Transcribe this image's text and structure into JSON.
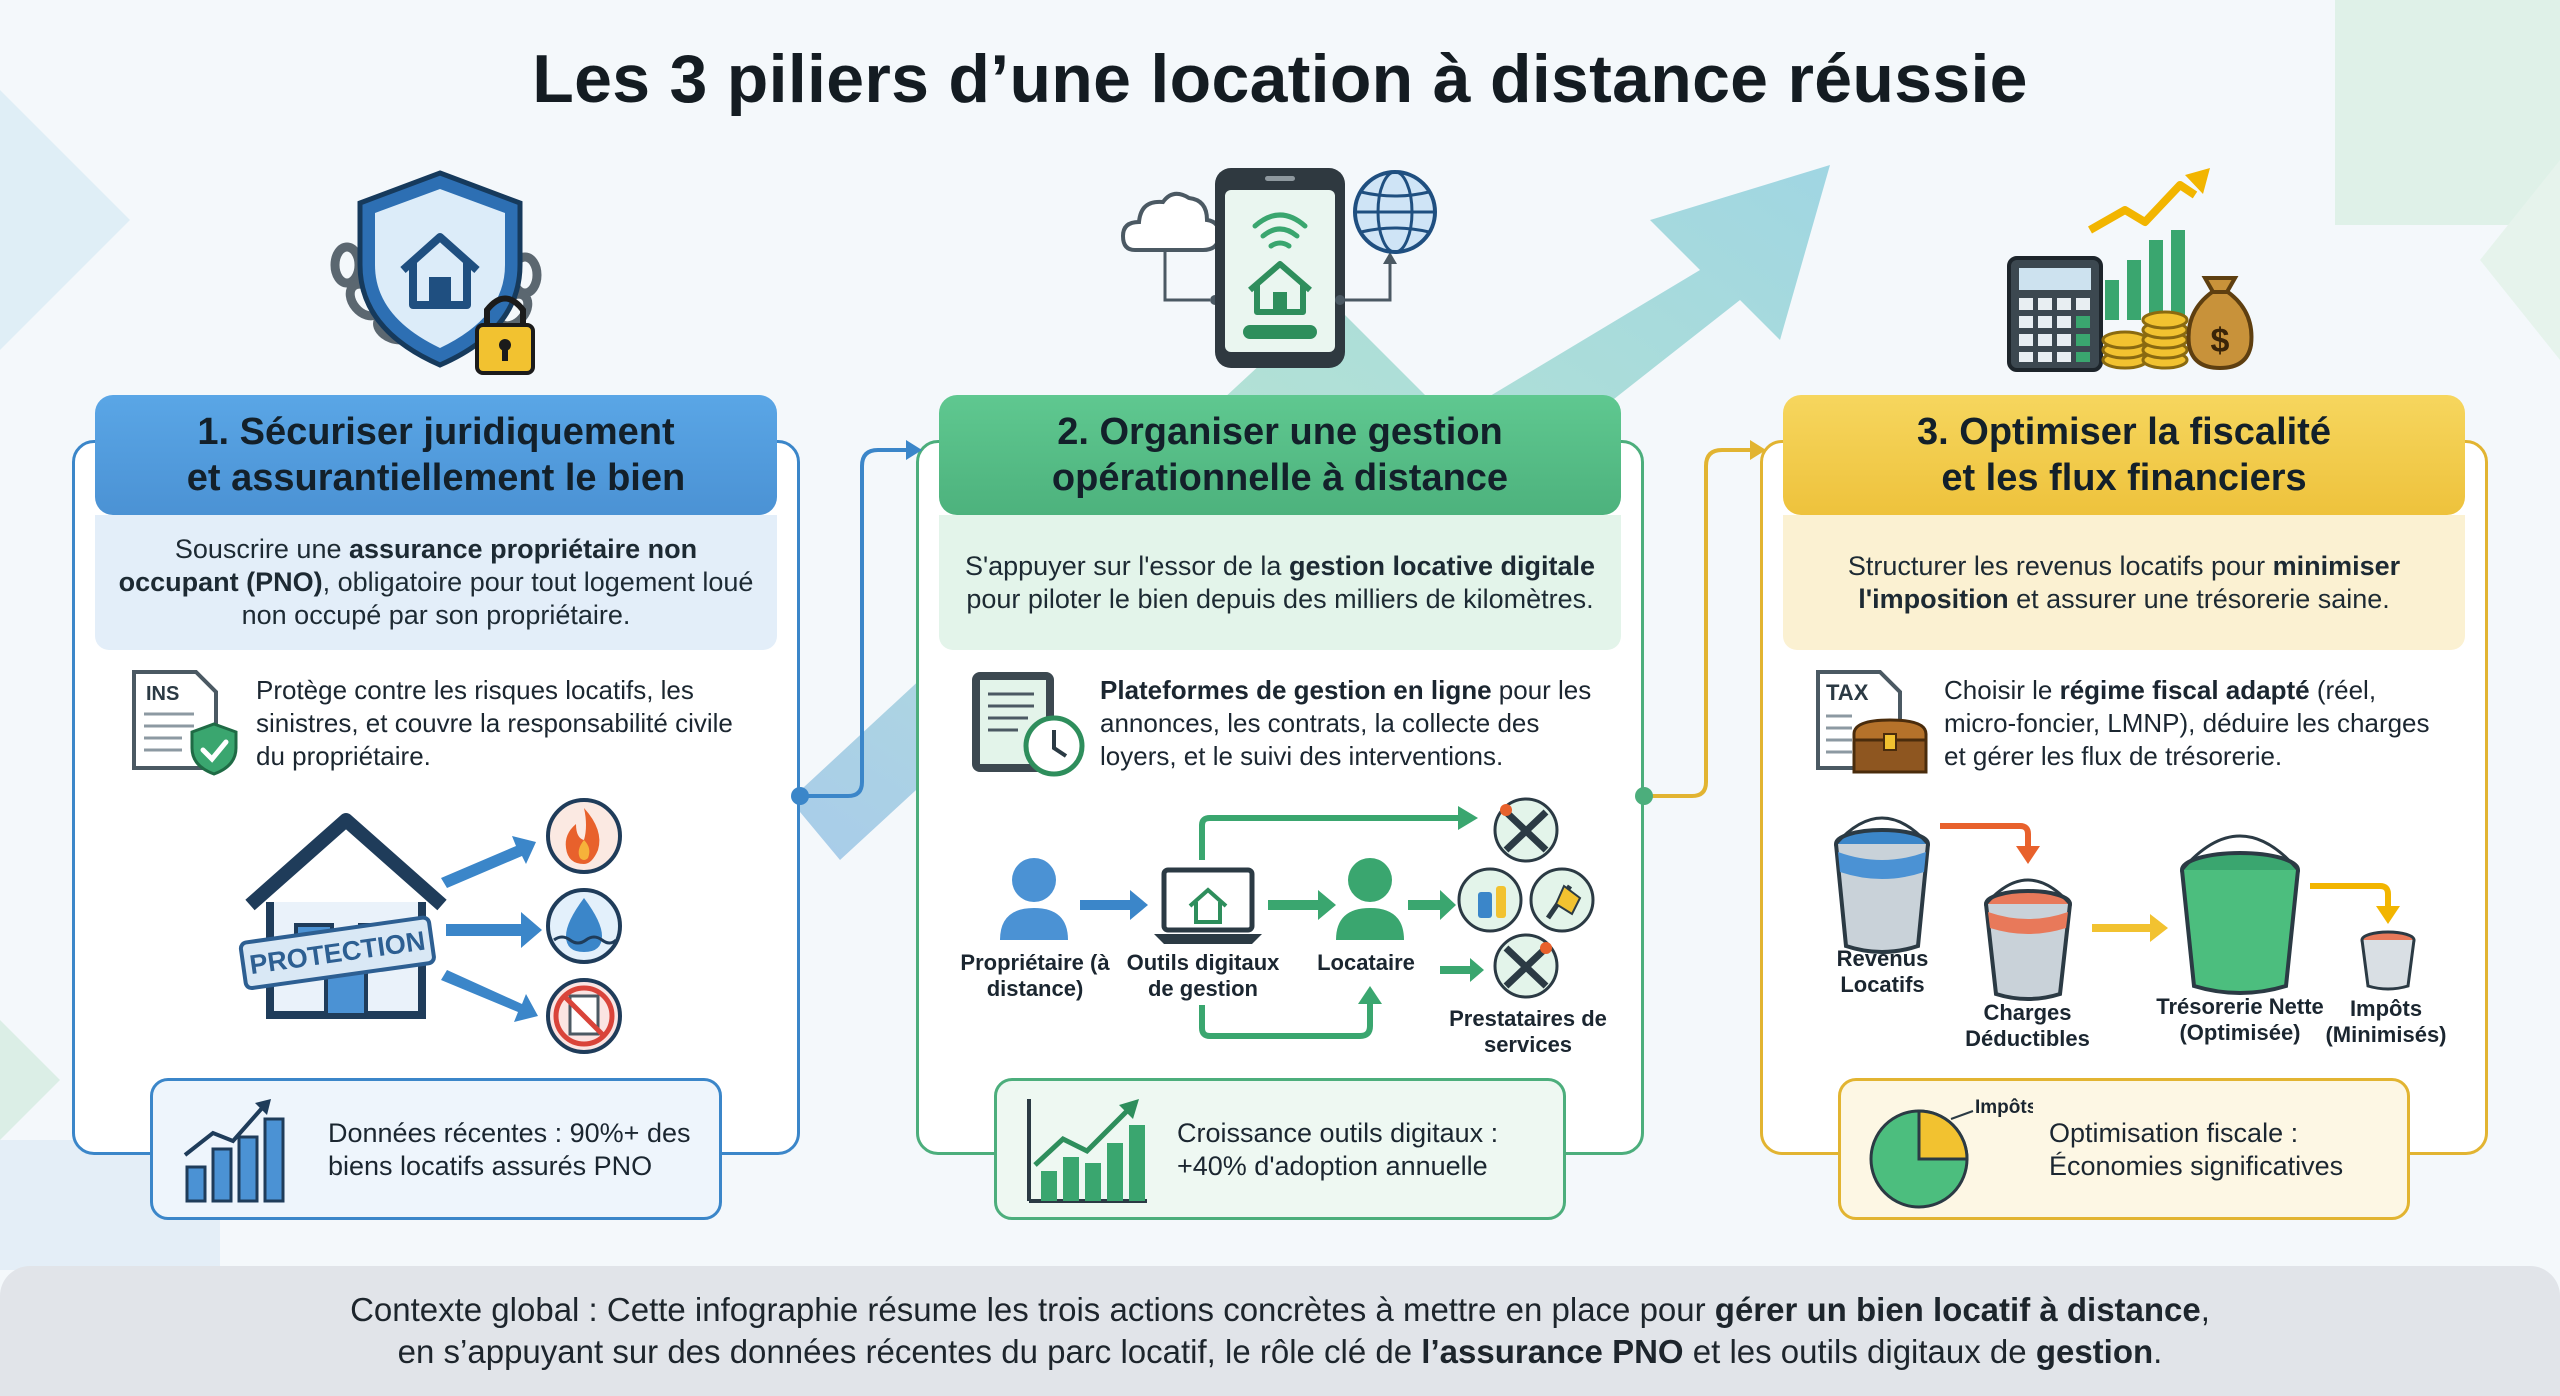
{
  "title": "Les 3 piliers d’une location à distance réussie",
  "colors": {
    "blue": "#3b86c9",
    "green": "#4cae7c",
    "yellow": "#e2b431"
  },
  "pillars": [
    {
      "header_line1": "1. Sécuriser juridiquement",
      "header_line2": "et assurantiellement le bien",
      "desc_pre": "Souscrire une ",
      "desc_bold": "assurance propriétaire non occupant (PNO)",
      "desc_post": ", obligatoire pour tout logement loué non occupé par son propriétaire.",
      "bullet": "Protège contre les risques locatifs, les sinistres, et couvre la responsabilité civile du propriétaire.",
      "doc_label": "INS",
      "stamp": "PROTECTION",
      "stat": "Données récentes : 90%+ des biens locatifs assurés PNO",
      "icons": [
        "shield-house-icon",
        "chain-lock-icon",
        "fire-icon",
        "water-drop-icon",
        "no-document-icon"
      ]
    },
    {
      "header_line1": "2. Organiser une gestion",
      "header_line2": "opérationnelle à distance",
      "desc_pre": "S'appuyer sur l'essor de la ",
      "desc_bold": "gestion locative digitale",
      "desc_post": " pour piloter le bien depuis des milliers de kilomètres.",
      "bullet_bold": "Plateformes de gestion en ligne",
      "bullet": " pour les annonces, les contrats, la collecte des loyers, et le suivi des interventions.",
      "flow": {
        "owner": "Propriétaire (à distance)",
        "tools": "Outils digitaux de gestion",
        "tenant": "Locataire",
        "providers": "Prestataires de services"
      },
      "stat": "Croissance outils digitaux : +40% d'adoption annuelle",
      "icons": [
        "smartphone-icon",
        "cloud-icon",
        "globe-icon",
        "tablet-clock-icon",
        "tools-icon",
        "cleaning-icon"
      ]
    },
    {
      "header_line1": "3. Optimiser la fiscalité",
      "header_line2": "et les flux financiers",
      "desc_pre": "Structurer les revenus locatifs pour ",
      "desc_bold": "minimiser l'imposition",
      "desc_post": " et assurer une trésorerie saine.",
      "bullet_pre": "Choisir le ",
      "bullet_bold": "régime fiscal adapté",
      "bullet": " (réel, micro-foncier, LMNP), déduire les charges et gérer les flux de trésorerie.",
      "doc_label": "TAX",
      "buckets": {
        "revenus": "Revenus Locatifs",
        "charges": "Charges Déductibles",
        "tresorerie": "Trésorerie Nette (Optimisée)",
        "impots": "Impôts (Minimisés)"
      },
      "pie_label": "Impôts réduits",
      "stat": "Optimisation fiscale : Économies significatives",
      "icons": [
        "calculator-icon",
        "coins-icon",
        "money-bag-icon",
        "growth-chart-icon",
        "treasure-chest-icon"
      ]
    }
  ],
  "footer": {
    "l1_pre": "Contexte global : Cette infographie résume les trois actions concrètes à mettre en place pour ",
    "l1_bold": "gérer un bien locatif à distance",
    "l1_post": ",",
    "l2_pre": "en s’appuyant sur des données récentes du parc locatif, le rôle clé de ",
    "l2_bold": "l’assurance PNO",
    "l2_mid": " et les outils digitaux de ",
    "l2_bold2": "gestion",
    "l2_post": "."
  }
}
